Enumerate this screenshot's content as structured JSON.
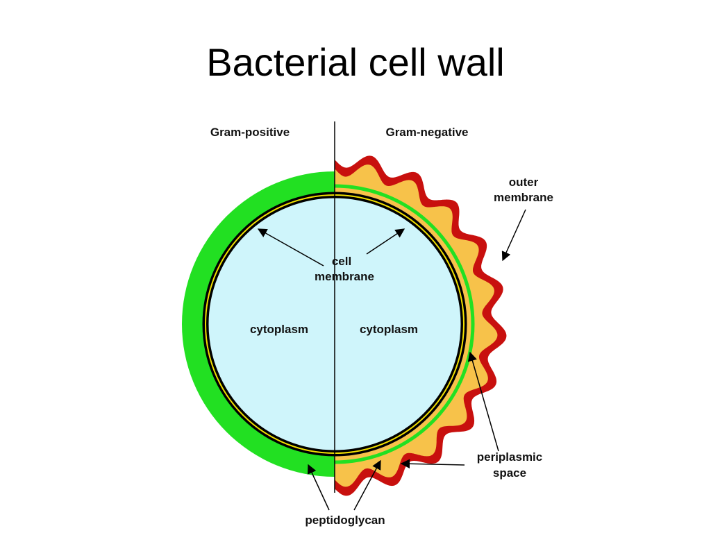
{
  "title": "Bacterial cell wall",
  "labels": {
    "gram_positive": "Gram-positive",
    "gram_negative": "Gram-negative",
    "outer_membrane_line1": "outer",
    "outer_membrane_line2": "membrane",
    "cell_membrane_line1": "cell",
    "cell_membrane_line2": "membrane",
    "cytoplasm_left": "cytoplasm",
    "cytoplasm_right": "cytoplasm",
    "periplasmic_line1": "periplasmic",
    "periplasmic_line2": "space",
    "peptidoglycan": "peptidoglycan"
  },
  "colors": {
    "cytoplasm": "#cff5fb",
    "peptidoglycan": "#22e022",
    "periplasm": "#f7c24a",
    "outer_membrane": "#c8100e",
    "membrane_line": "#000000",
    "membrane_inner": "#f2e000"
  }
}
